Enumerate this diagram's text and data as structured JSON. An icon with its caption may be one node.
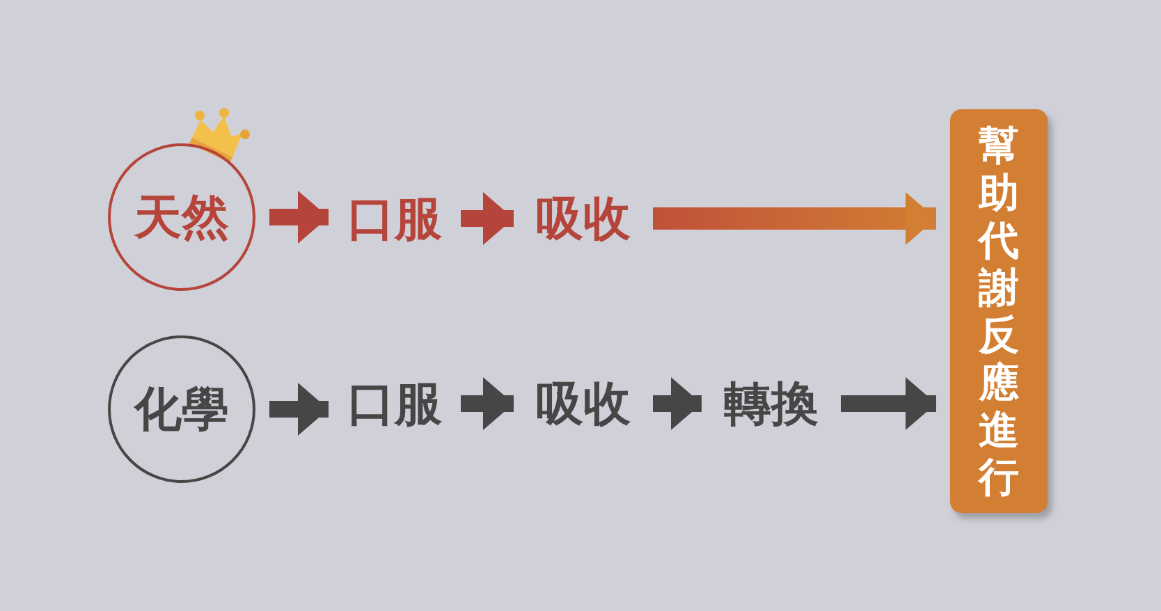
{
  "diagram": {
    "nodes": [
      {
        "text": [
          "天然"
        ]
      },
      {
        "text": [
          "口服"
        ]
      },
      {
        "text": [
          "吸收"
        ]
      },
      {
        "text": [
          "化學"
        ]
      },
      {
        "text": [
          "口服"
        ]
      },
      {
        "text": [
          "吸收"
        ]
      },
      {
        "text": [
          "轉換"
        ]
      },
      {
        "text": [
          "幫助代謝反應進行"
        ]
      }
    ],
    "edges": [
      {
        "from": 0,
        "to": 1,
        "arrow": "to",
        "color": "#b5443a"
      },
      {
        "from": 1,
        "to": 2,
        "arrow": "to",
        "color": "#b5443a"
      },
      {
        "from": 2,
        "to": 7,
        "arrow": "to",
        "color": "#c0503a"
      },
      {
        "from": 3,
        "to": 4,
        "arrow": "to"
      },
      {
        "from": 4,
        "to": 5,
        "arrow": "to"
      },
      {
        "from": 5,
        "to": 6,
        "arrow": "to"
      },
      {
        "from": 6,
        "to": 7,
        "arrow": "to"
      }
    ]
  }
}
